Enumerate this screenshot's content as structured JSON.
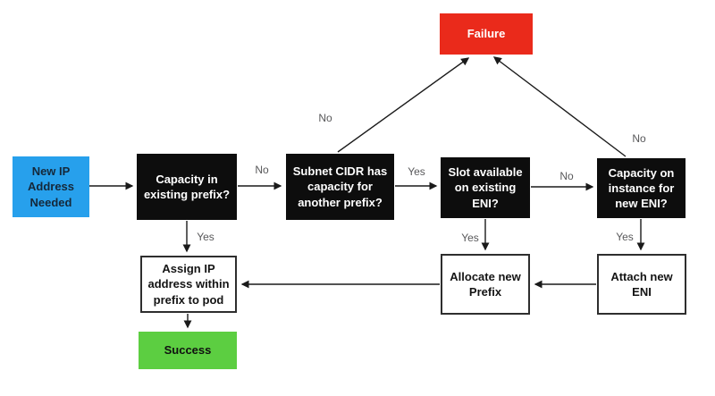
{
  "colors": {
    "start-blue": "#27A0EC",
    "decision-black": "#0D0D0D",
    "failure-red": "#EA2A1B",
    "success-green": "#5CCE41",
    "edge-label-gray": "#58585A",
    "arrow-black": "#1A1A1A"
  },
  "nodes": {
    "start": {
      "label": "New IP Address Needed"
    },
    "capacity_existing_prefix": {
      "label": "Capacity in existing prefix?"
    },
    "subnet_cidr_capacity": {
      "label": "Subnet CIDR has capacity for another prefix?"
    },
    "slot_available_eni": {
      "label": "Slot available on existing ENI?"
    },
    "capacity_instance_eni": {
      "label": "Capacity on instance for new ENI?"
    },
    "failure": {
      "label": "Failure"
    },
    "assign_ip": {
      "label": "Assign IP address within prefix to pod"
    },
    "allocate_prefix": {
      "label": "Allocate new Prefix"
    },
    "attach_eni": {
      "label": "Attach new ENI"
    },
    "success": {
      "label": "Success"
    }
  },
  "edge_labels": {
    "capacity_to_subnet": "No",
    "subnet_to_slot": "Yes",
    "slot_to_instance": "No",
    "capacity_to_assign": "Yes",
    "slot_to_allocate": "Yes",
    "instance_to_attach": "Yes",
    "subnet_to_failure": "No",
    "instance_to_failure": "No"
  }
}
